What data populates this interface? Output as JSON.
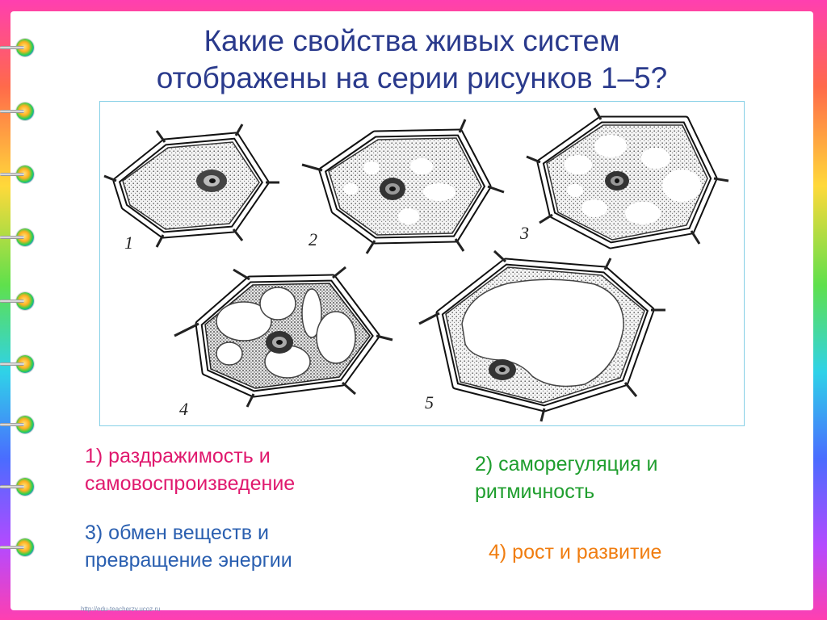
{
  "title": {
    "line1": "Какие свойства живых систем",
    "line2": "отображены на серии рисунков 1–5?"
  },
  "figure": {
    "labels": [
      "1",
      "2",
      "3",
      "4",
      "5"
    ]
  },
  "answers": [
    {
      "line1": "1) раздражимость и",
      "line2": "самовоспроизведение"
    },
    {
      "line1": "2) саморегуляция и",
      "line2": "ритмичность"
    },
    {
      "line1": "3) обмен веществ и",
      "line2": "превращение энергии"
    },
    {
      "line1": "4) рост и развитие",
      "line2": ""
    }
  ],
  "footer": "http://edu-teacherzv.ucoz.ru",
  "colors": {
    "title": "#2a3a8c",
    "answer1": "#e0196e",
    "answer2": "#1f9e2e",
    "answer3": "#2a5fb0",
    "answer4": "#f07d10"
  },
  "icons": [
    "notebook-ring-icon"
  ]
}
